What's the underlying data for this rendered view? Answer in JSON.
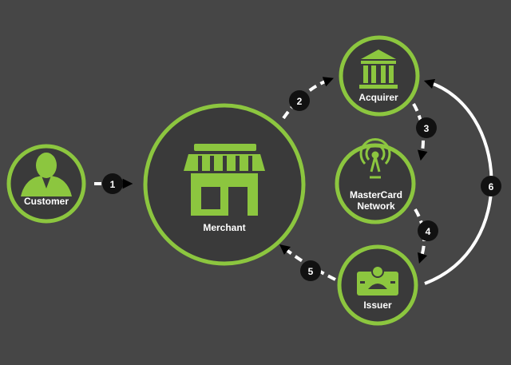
{
  "colors": {
    "background": "#464646",
    "node_fill": "#3a3a3a",
    "accent": "#8cc63f",
    "arrow": "#ffffff",
    "step_badge": "#111111"
  },
  "nodes": {
    "customer": {
      "label": "Customer",
      "icon": "person-icon"
    },
    "merchant": {
      "label": "Merchant",
      "icon": "storefront-icon"
    },
    "acquirer": {
      "label": "Acquirer",
      "icon": "bank-icon"
    },
    "network": {
      "label_line1": "MasterCard",
      "label_line2": "Network",
      "icon": "antenna-icon"
    },
    "issuer": {
      "label": "Issuer",
      "icon": "id-card-icon"
    }
  },
  "steps": [
    "1",
    "2",
    "3",
    "4",
    "5",
    "6"
  ]
}
